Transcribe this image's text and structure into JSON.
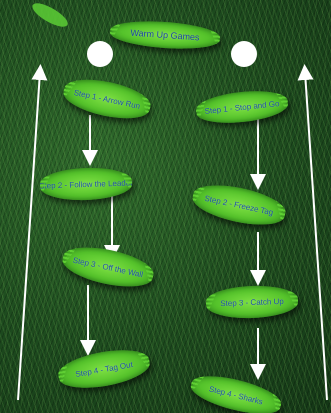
{
  "title": "Warm Up Games",
  "left_column": [
    "Step 1 - Arrow Run",
    "Step 2 - Follow the Leader",
    "Step 3 - Off the Wall",
    "Step 4 - Tag Out"
  ],
  "right_column": [
    "Step 1 - Stop and Go",
    "Step 2 - Freeze Tag",
    "Step 3 - Catch Up",
    "Step 4 - Sharks"
  ],
  "colors": {
    "grass": "#1f4a1f",
    "patch": "#55c32b",
    "text": "#1d4fa6",
    "arrow": "#ffffff"
  }
}
